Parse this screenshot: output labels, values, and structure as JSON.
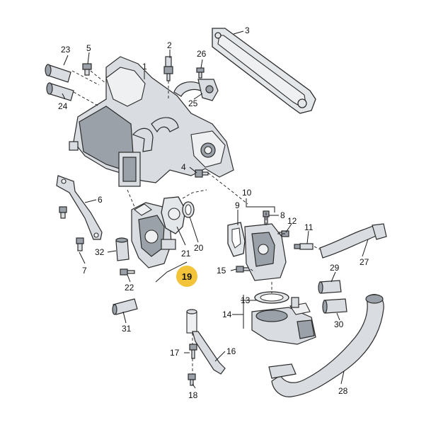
{
  "colors": {
    "highlight": "#f3c43a",
    "line": "#1a1a1a",
    "part": "#d9dde2"
  },
  "callouts": [
    {
      "id": "c1",
      "label": "1"
    },
    {
      "id": "c2",
      "label": "2"
    },
    {
      "id": "c3",
      "label": "3"
    },
    {
      "id": "c4",
      "label": "4"
    },
    {
      "id": "c5",
      "label": "5"
    },
    {
      "id": "c6",
      "label": "6"
    },
    {
      "id": "c7",
      "label": "7"
    },
    {
      "id": "c8",
      "label": "8"
    },
    {
      "id": "c9",
      "label": "9"
    },
    {
      "id": "c10",
      "label": "10"
    },
    {
      "id": "c11",
      "label": "11"
    },
    {
      "id": "c12",
      "label": "12"
    },
    {
      "id": "c13",
      "label": "13"
    },
    {
      "id": "c14",
      "label": "14"
    },
    {
      "id": "c15",
      "label": "15"
    },
    {
      "id": "c16",
      "label": "16"
    },
    {
      "id": "c17",
      "label": "17"
    },
    {
      "id": "c18",
      "label": "18"
    },
    {
      "id": "c19",
      "label": "19",
      "highlighted": true
    },
    {
      "id": "c20",
      "label": "20"
    },
    {
      "id": "c21",
      "label": "21"
    },
    {
      "id": "c22",
      "label": "22"
    },
    {
      "id": "c23",
      "label": "23"
    },
    {
      "id": "c24",
      "label": "24"
    },
    {
      "id": "c25",
      "label": "25"
    },
    {
      "id": "c26",
      "label": "26"
    },
    {
      "id": "c27",
      "label": "27"
    },
    {
      "id": "c28",
      "label": "28"
    },
    {
      "id": "c29",
      "label": "29"
    },
    {
      "id": "c30",
      "label": "30"
    },
    {
      "id": "c31",
      "label": "31"
    },
    {
      "id": "c32",
      "label": "32"
    }
  ]
}
